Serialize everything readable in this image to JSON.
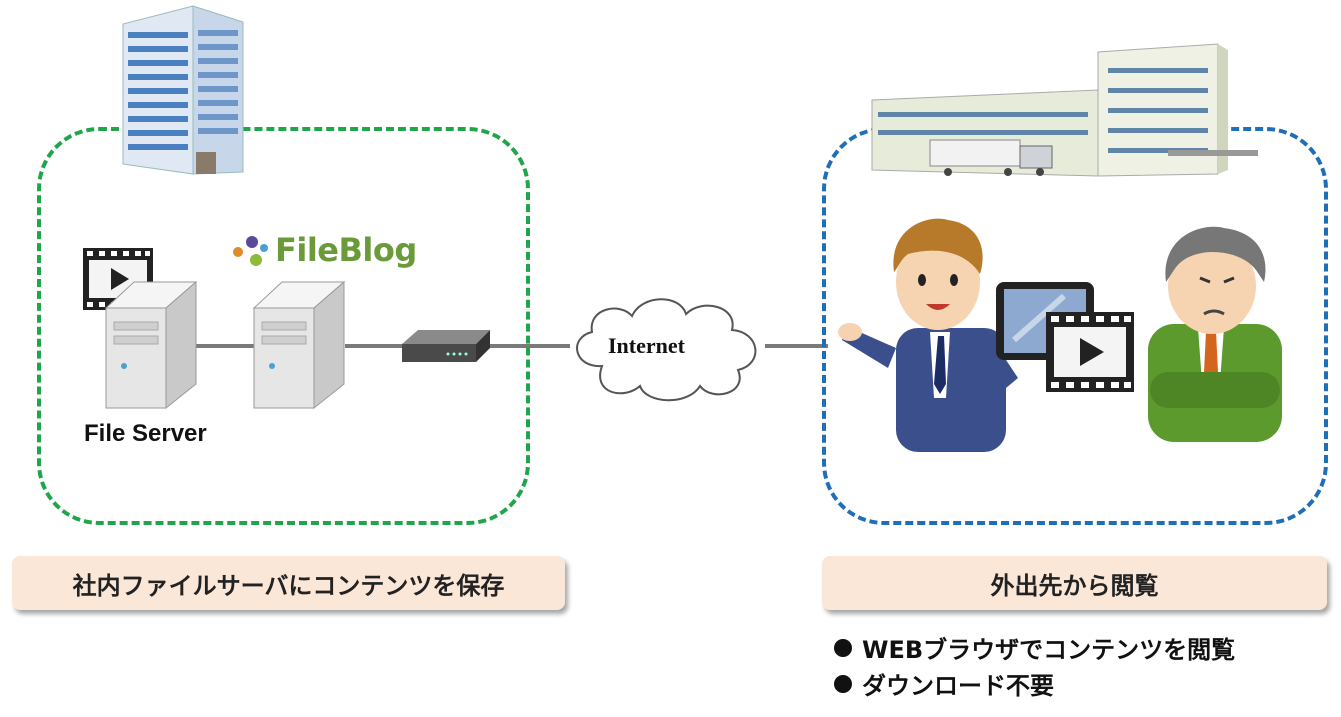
{
  "logo": {
    "name": "FileBlog"
  },
  "left_zone": {
    "server_caption": "File Server",
    "label": "社内ファイルサーバにコンテンツを保存"
  },
  "network": {
    "internet_label": "Internet"
  },
  "right_zone": {
    "label": "外出先から閲覧",
    "bullets": [
      "WEBブラウザでコンテンツを閲覧",
      "ダウンロード不要"
    ]
  },
  "colors": {
    "left_border": "#1fa64a",
    "right_border": "#1f6fb8",
    "label_bg": "#fbe7d8"
  }
}
